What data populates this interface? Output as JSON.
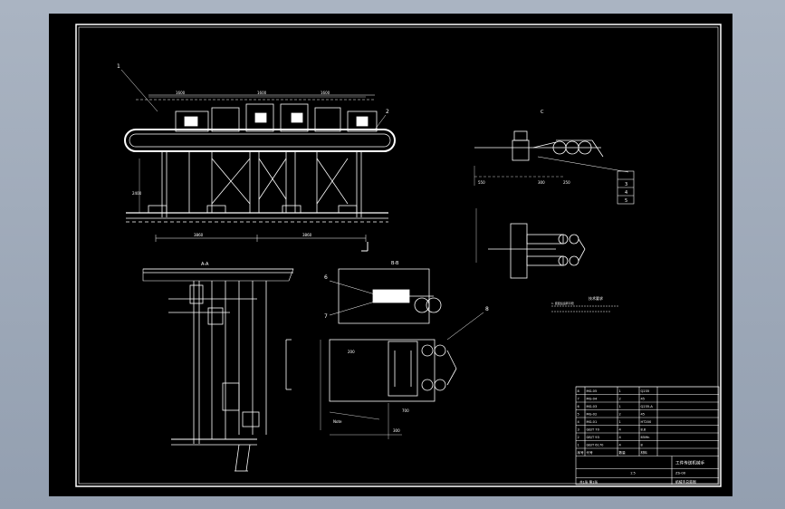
{
  "drawing": {
    "leaders": [
      "1",
      "2",
      "3",
      "4",
      "5",
      "6",
      "7",
      "8"
    ],
    "section_views": {
      "aa": "A-A",
      "bb": "B-B",
      "cc": "C"
    },
    "dims": {
      "top_1": "1600",
      "top_2": "1600",
      "top_3": "1600",
      "bottom_1": "3860",
      "bottom_2": "3860",
      "left_v": "2400",
      "right_1": "550",
      "right_2": "300",
      "right_3": "250",
      "mid_1": "200",
      "mid_2": "700",
      "mid_3": "300"
    },
    "notes": [
      "技术要求",
      "1. 装配后运转平稳"
    ],
    "name_block": "机械手总装图",
    "small_label": "Note"
  },
  "title_block": {
    "rows": [
      [
        "8",
        "MG-05",
        "1",
        "Q235"
      ],
      [
        "7",
        "MG-04",
        "2",
        "45"
      ],
      [
        "6",
        "MG-03",
        "1",
        "Q235-A"
      ],
      [
        "5",
        "MG-02",
        "2",
        "45"
      ],
      [
        "4",
        "MG-01",
        "1",
        "HT200"
      ],
      [
        "3",
        "GB/T 70",
        "4",
        "8.8"
      ],
      [
        "2",
        "GB/T 93",
        "4",
        "65Mn"
      ],
      [
        "1",
        "GB/T 6170",
        "4",
        "8"
      ]
    ],
    "header": [
      "序号",
      "代号",
      "数量",
      "材料"
    ],
    "title": "工件传送机械手",
    "drawing_no": "ZS-00",
    "scale": "1:5",
    "sheet": "共1张 第1张"
  }
}
